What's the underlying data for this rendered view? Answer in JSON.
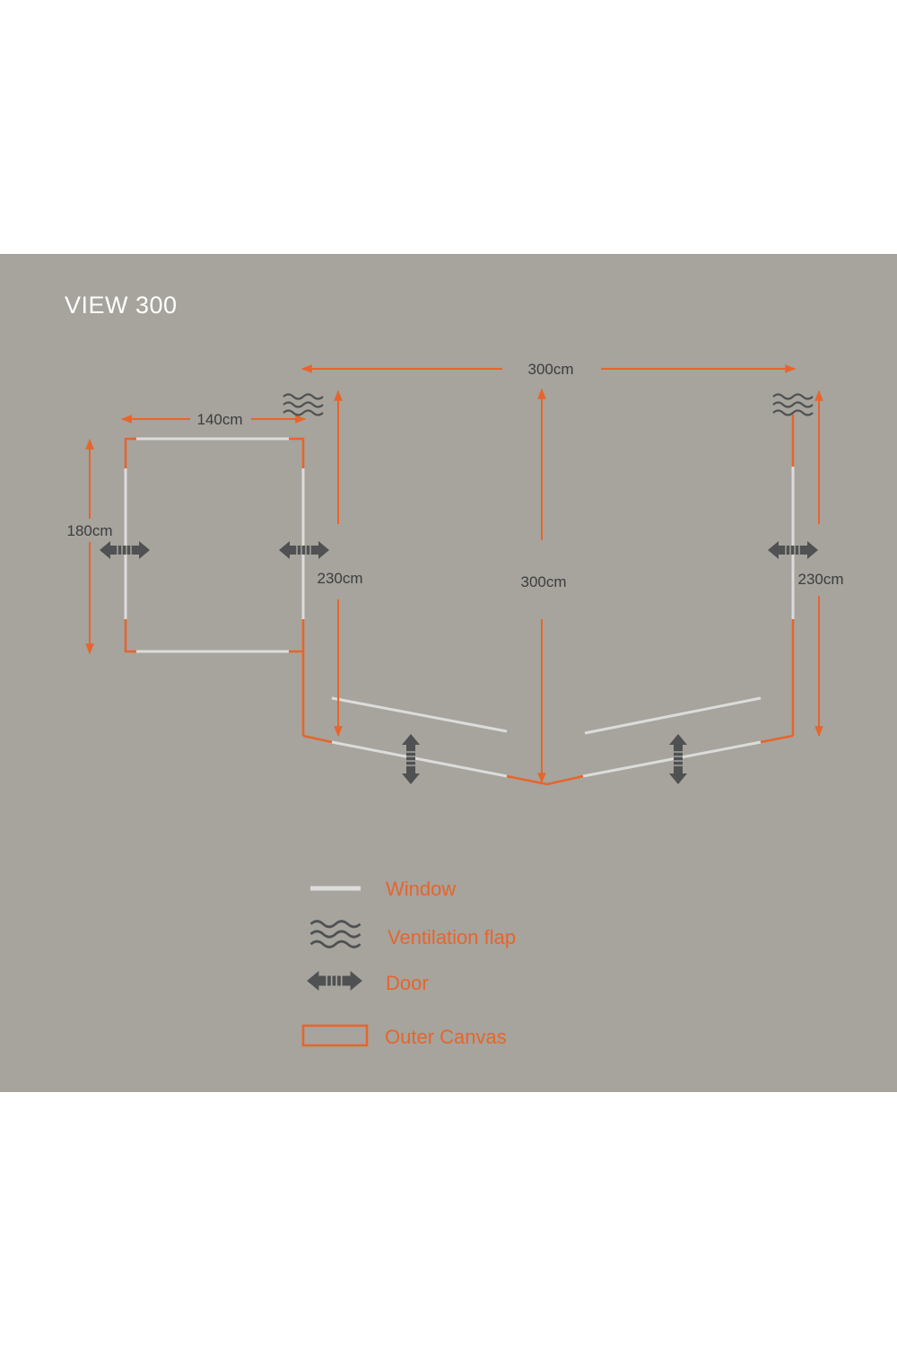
{
  "title": "VIEW 300",
  "colors": {
    "background": "#a6a49c",
    "canvas": "#e8642c",
    "window": "#dcdcdc",
    "door": "#4f5153",
    "text": "#3c3d3f"
  },
  "dimensions": {
    "annex_width": "140cm",
    "annex_depth": "180cm",
    "total_width": "300cm",
    "total_depth": "300cm",
    "side_depth_left": "230cm",
    "side_depth_right": "230cm"
  },
  "legend": [
    {
      "label": "Window",
      "icon": "window-line-icon"
    },
    {
      "label": "Ventilation flap",
      "icon": "ventilation-wave-icon"
    },
    {
      "label": "Door",
      "icon": "door-arrow-icon"
    },
    {
      "label": "Outer Canvas",
      "icon": "outer-canvas-rect-icon"
    }
  ]
}
